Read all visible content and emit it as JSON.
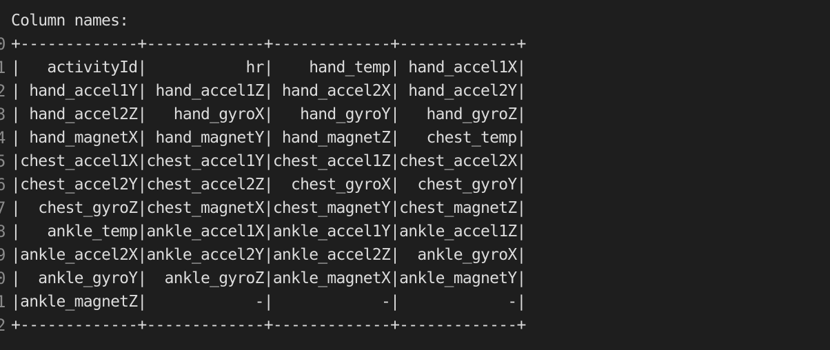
{
  "terminal": {
    "header": "Column names:",
    "gutter": [
      "0",
      "1",
      "2",
      "3",
      "4",
      "5",
      "6",
      "7",
      "8",
      "9",
      "0",
      "1",
      "2"
    ],
    "lines": [
      "+-------------+-------------+-------------+-------------+",
      "|   activityId|           hr|    hand_temp| hand_accel1X|",
      "| hand_accel1Y| hand_accel1Z| hand_accel2X| hand_accel2Y|",
      "| hand_accel2Z|   hand_gyroX|   hand_gyroY|   hand_gyroZ|",
      "| hand_magnetX| hand_magnetY| hand_magnetZ|   chest_temp|",
      "|chest_accel1X|chest_accel1Y|chest_accel1Z|chest_accel2X|",
      "|chest_accel2Y|chest_accel2Z|  chest_gyroX|  chest_gyroY|",
      "|  chest_gyroZ|chest_magnetX|chest_magnetY|chest_magnetZ|",
      "|   ankle_temp|ankle_accel1X|ankle_accel1Y|ankle_accel1Z|",
      "|ankle_accel2X|ankle_accel2Y|ankle_accel2Z|  ankle_gyroX|",
      "|  ankle_gyroY|  ankle_gyroZ|ankle_magnetX|ankle_magnetY|",
      "|ankle_magnetZ|            -|            -|            -|",
      "+-------------+-------------+-------------+-------------+"
    ]
  }
}
